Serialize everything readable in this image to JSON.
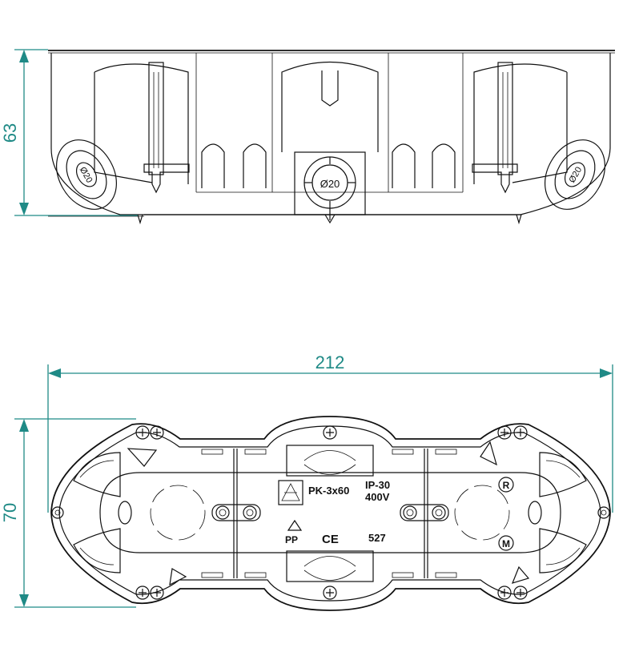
{
  "dimensions": {
    "height_side": "63",
    "width_top": "212",
    "height_top": "70"
  },
  "side_view": {
    "knockout_center": "Ø20",
    "knockout_left": "Ø20",
    "knockout_right": "Ø20"
  },
  "top_view": {
    "model": "PK-3x60",
    "ip_rating": "IP-30",
    "voltage": "400V",
    "ce_mark": "CE",
    "code": "527",
    "material": "PP",
    "mark_r": "R",
    "mark_m": "M"
  },
  "colors": {
    "dimension": "#1f8a86",
    "outline": "#111111"
  }
}
